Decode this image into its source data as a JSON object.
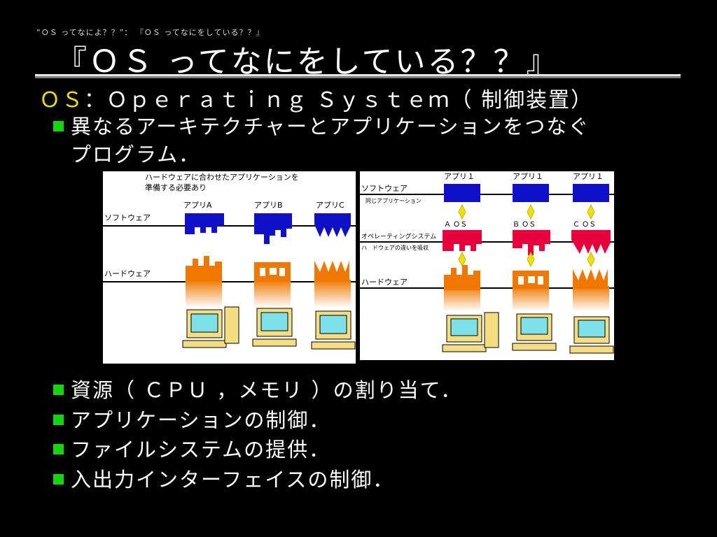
{
  "breadcrumb": "”ＯＳ ってなによ？？”： 『ＯＳ ってなにをしている？？』",
  "title": "『ＯＳ ってなにをしている？？』",
  "subtitle": {
    "highlight": "ＯＳ",
    "rest": "：Ｏｐｅｒａｔｉｎｇ Ｓｙｓｔｅｍ（ 制御装置）"
  },
  "bullets": [
    {
      "line1": "異なるアーキテクチャーとアプリケーションをつなぐ",
      "line2": "プログラム．"
    },
    {
      "line1": "資源（ ＣＰＵ ，メモリ ）の割り当て．"
    },
    {
      "line1": "アプリケーションの制御．"
    },
    {
      "line1": "ファイルシステムの提供．"
    },
    {
      "line1": "入出力インターフェイスの制御．"
    }
  ],
  "diagram_left": {
    "caption1": "ハードウェアに合わせたアプリケーションを",
    "caption2": "準備する必要あり",
    "software_label": "ソフトウェア",
    "hardware_label": "ハードウェア",
    "apps": [
      "アプリA",
      "アプリB",
      "アプリC"
    ]
  },
  "diagram_right": {
    "software_label": "ソフトウェア",
    "same_app_label": "同じアプリケーション",
    "os_label": "オペレーティングシステム",
    "absorb_label": "ハ　ドウェアの違いを吸収",
    "hardware_label": "ハードウェア",
    "apps": [
      "アプリ１",
      "アプリ１",
      "アプリ１"
    ],
    "os_names": [
      "Ａ ＯＳ",
      "Ｂ ＯＳ",
      "Ｃ ＯＳ"
    ]
  },
  "colors": {
    "bullet": "#14d414",
    "subtitle_highlight": "#e8e000",
    "app_block": "#1010c8",
    "os_block": "#e8003c",
    "hardware": "#f07800",
    "computer": "#f5de82",
    "screen": "#7ee0e8",
    "arrow": "#f0e000"
  },
  "icon_names": [
    "bullet-square-icon",
    "computer-icon",
    "diamond-arrow-icon"
  ]
}
